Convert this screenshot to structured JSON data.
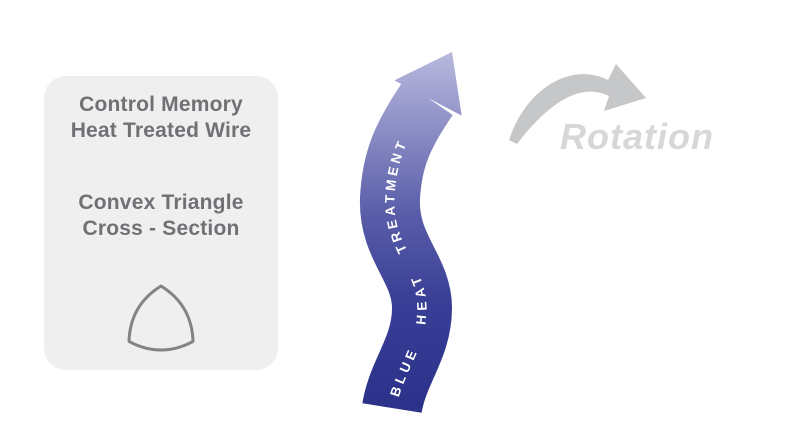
{
  "card": {
    "title": {
      "line1": "Control Memory",
      "line2": "Heat Treated Wire"
    },
    "subtitle": {
      "line1": "Convex Triangle",
      "line2": "Cross - Section"
    },
    "shape_name": "convex-triangle-cross-section",
    "bg_color": "#efeff0",
    "text_color": "#707175",
    "shape_stroke_color": "#838383"
  },
  "heat_arrow": {
    "label": "BLUE HEAT TREATMENT",
    "text_color": "#ffffff",
    "gradient_bottom": "#2e3192",
    "gradient_top": "#bcbde0"
  },
  "rotation": {
    "label": "Rotation",
    "arrow_color": "#c6c7c9",
    "text_color": "#d6d7d9"
  }
}
